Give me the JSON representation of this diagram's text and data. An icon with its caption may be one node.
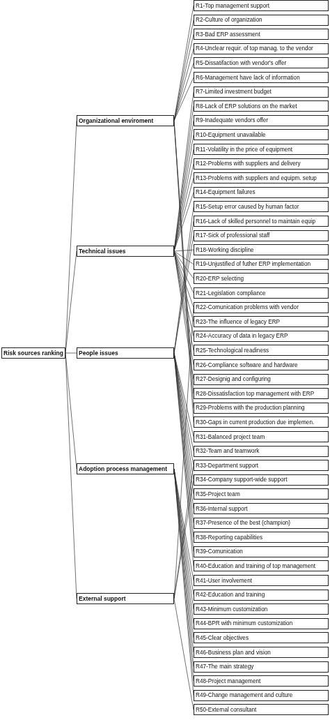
{
  "diagram": {
    "nodes": [
      {
        "text": [
          "Risk sources ranking"
        ]
      },
      {
        "text": [
          "Organizational enviroment"
        ]
      },
      {
        "text": [
          "Technical issues"
        ]
      },
      {
        "text": [
          "People issues"
        ]
      },
      {
        "text": [
          "Adoption process management"
        ]
      },
      {
        "text": [
          "External support"
        ]
      },
      {
        "text": [
          "R1-Top management support"
        ]
      },
      {
        "text": [
          "R2-Culture of organization"
        ]
      },
      {
        "text": [
          "R3-Bad ERP assessment"
        ]
      },
      {
        "text": [
          "R4-Unclear requir. of top manag. to the vendor"
        ]
      },
      {
        "text": [
          "R5-Dissatifaction with vendor's offer"
        ]
      },
      {
        "text": [
          "R6-Management have lack of information"
        ]
      },
      {
        "text": [
          "R7-Limited investment budget"
        ]
      },
      {
        "text": [
          "R8-Lack of ERP solutions on the market"
        ]
      },
      {
        "text": [
          "R9-Inadequate vendors offer"
        ]
      },
      {
        "text": [
          "R10-Equipment unavailable"
        ]
      },
      {
        "text": [
          "R11-Volatility in the price of equipment"
        ]
      },
      {
        "text": [
          "R12-Problems with suppliers and delivery"
        ]
      },
      {
        "text": [
          "R13-Problems with suppliers and equipm. setup"
        ]
      },
      {
        "text": [
          "R14-Equipment failures"
        ]
      },
      {
        "text": [
          "R15-Setup error caused by human factor"
        ]
      },
      {
        "text": [
          "R16-Lack of skilled personnel to maintain equip"
        ]
      },
      {
        "text": [
          "R17-Sick of professional staff"
        ]
      },
      {
        "text": [
          "R18-Working discipline"
        ]
      },
      {
        "text": [
          "R19-Unjustified of futher ERP implementation"
        ]
      },
      {
        "text": [
          "R20-ERP selecting"
        ]
      },
      {
        "text": [
          "R21-Legislation compliance"
        ]
      },
      {
        "text": [
          "R22-Comunication problems with vendor"
        ]
      },
      {
        "text": [
          "R23-The influence of legacy ERP"
        ]
      },
      {
        "text": [
          "R24-Accuracy of data in legacy ERP"
        ]
      },
      {
        "text": [
          "R25-Technological readiness"
        ]
      },
      {
        "text": [
          "R26-Compliance software and hardware"
        ]
      },
      {
        "text": [
          "R27-Designig and configuring"
        ]
      },
      {
        "text": [
          "R28-Dissatisfaction top management with ERP"
        ]
      },
      {
        "text": [
          "R29-Problems with the production planning"
        ]
      },
      {
        "text": [
          "R30-Gaps in current production due implemen."
        ]
      },
      {
        "text": [
          "R31-Balanced project team"
        ]
      },
      {
        "text": [
          "R32-Team and teamwork"
        ]
      },
      {
        "text": [
          "R33-Department support"
        ]
      },
      {
        "text": [
          "R34-Company support-wide support"
        ]
      },
      {
        "text": [
          "R35-Project team"
        ]
      },
      {
        "text": [
          "R36-Internal support"
        ]
      },
      {
        "text": [
          "R37-Presence of the best (champion)"
        ]
      },
      {
        "text": [
          "R38-Reporting capabilities"
        ]
      },
      {
        "text": [
          "R39-Comunication"
        ]
      },
      {
        "text": [
          "R40-Education and training of top management"
        ]
      },
      {
        "text": [
          "R41-User involvement"
        ]
      },
      {
        "text": [
          "R42-Education and training"
        ]
      },
      {
        "text": [
          "R43-Minimum customization"
        ]
      },
      {
        "text": [
          "R44-BPR with minimum customization"
        ]
      },
      {
        "text": [
          "R45-Clear objectives"
        ]
      },
      {
        "text": [
          "R46-Business plan and vision"
        ]
      },
      {
        "text": [
          "R47-The main strategy"
        ]
      },
      {
        "text": [
          "R48-Project management"
        ]
      },
      {
        "text": [
          "R49-Change management and culture"
        ]
      },
      {
        "text": [
          "R50-External consultant"
        ]
      }
    ],
    "edges": [
      {
        "from": 0,
        "to": 1,
        "arrow": "none"
      },
      {
        "from": 0,
        "to": 2,
        "arrow": "none"
      },
      {
        "from": 0,
        "to": 3,
        "arrow": "none"
      },
      {
        "from": 0,
        "to": 4,
        "arrow": "none"
      },
      {
        "from": 0,
        "to": 5,
        "arrow": "none"
      },
      {
        "from": 1,
        "to": 6,
        "arrow": "none"
      },
      {
        "from": 1,
        "to": 7,
        "arrow": "none"
      },
      {
        "from": 1,
        "to": 8,
        "arrow": "none"
      },
      {
        "from": 1,
        "to": 9,
        "arrow": "none"
      },
      {
        "from": 1,
        "to": 10,
        "arrow": "none"
      },
      {
        "from": 1,
        "to": 11,
        "arrow": "none"
      },
      {
        "from": 1,
        "to": 33,
        "arrow": "none"
      },
      {
        "from": 1,
        "to": 34,
        "arrow": "none"
      },
      {
        "from": 1,
        "to": 35,
        "arrow": "none"
      },
      {
        "from": 2,
        "to": 12,
        "arrow": "none"
      },
      {
        "from": 2,
        "to": 13,
        "arrow": "none"
      },
      {
        "from": 2,
        "to": 14,
        "arrow": "none"
      },
      {
        "from": 2,
        "to": 15,
        "arrow": "none"
      },
      {
        "from": 2,
        "to": 16,
        "arrow": "none"
      },
      {
        "from": 2,
        "to": 17,
        "arrow": "none"
      },
      {
        "from": 2,
        "to": 18,
        "arrow": "none"
      },
      {
        "from": 2,
        "to": 19,
        "arrow": "none"
      },
      {
        "from": 2,
        "to": 23,
        "arrow": "none"
      },
      {
        "from": 2,
        "to": 24,
        "arrow": "none"
      },
      {
        "from": 2,
        "to": 25,
        "arrow": "none"
      },
      {
        "from": 2,
        "to": 26,
        "arrow": "none"
      },
      {
        "from": 2,
        "to": 27,
        "arrow": "none"
      },
      {
        "from": 2,
        "to": 28,
        "arrow": "none"
      },
      {
        "from": 2,
        "to": 29,
        "arrow": "none"
      },
      {
        "from": 2,
        "to": 30,
        "arrow": "none"
      },
      {
        "from": 2,
        "to": 31,
        "arrow": "none"
      },
      {
        "from": 2,
        "to": 32,
        "arrow": "none"
      },
      {
        "from": 3,
        "to": 20,
        "arrow": "none"
      },
      {
        "from": 3,
        "to": 21,
        "arrow": "none"
      },
      {
        "from": 3,
        "to": 22,
        "arrow": "none"
      },
      {
        "from": 3,
        "to": 36,
        "arrow": "none"
      },
      {
        "from": 3,
        "to": 37,
        "arrow": "none"
      },
      {
        "from": 3,
        "to": 38,
        "arrow": "none"
      },
      {
        "from": 3,
        "to": 39,
        "arrow": "none"
      },
      {
        "from": 3,
        "to": 40,
        "arrow": "none"
      },
      {
        "from": 3,
        "to": 41,
        "arrow": "none"
      },
      {
        "from": 3,
        "to": 42,
        "arrow": "none"
      },
      {
        "from": 3,
        "to": 43,
        "arrow": "none"
      },
      {
        "from": 3,
        "to": 44,
        "arrow": "none"
      },
      {
        "from": 3,
        "to": 45,
        "arrow": "none"
      },
      {
        "from": 4,
        "to": 46,
        "arrow": "none"
      },
      {
        "from": 4,
        "to": 47,
        "arrow": "none"
      },
      {
        "from": 4,
        "to": 48,
        "arrow": "none"
      },
      {
        "from": 4,
        "to": 49,
        "arrow": "none"
      },
      {
        "from": 4,
        "to": 50,
        "arrow": "none"
      },
      {
        "from": 4,
        "to": 51,
        "arrow": "none"
      },
      {
        "from": 4,
        "to": 52,
        "arrow": "none"
      },
      {
        "from": 4,
        "to": 53,
        "arrow": "none"
      },
      {
        "from": 4,
        "to": 54,
        "arrow": "none"
      },
      {
        "from": 5,
        "to": 55,
        "arrow": "none"
      },
      {
        "from": 5,
        "to": 27,
        "arrow": "none"
      },
      {
        "from": 5,
        "to": 38,
        "arrow": "none"
      },
      {
        "from": 5,
        "to": 39,
        "arrow": "none"
      }
    ]
  }
}
